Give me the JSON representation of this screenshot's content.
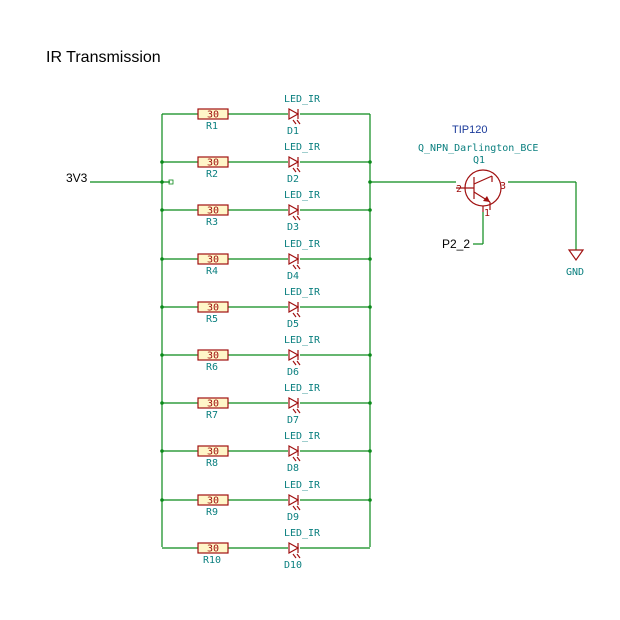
{
  "title": "IR Transmission",
  "net_input": "3V3",
  "net_base": "P2_2",
  "ground_label": "GND",
  "transistor": {
    "part": "TIP120",
    "model": "Q_NPN_Darlington_BCE",
    "ref": "Q1",
    "pin_base": "2",
    "pin_emitter": "3",
    "pin_collector": "1"
  },
  "branches": [
    {
      "resistor_value": "30",
      "resistor_ref": "R1",
      "led_value": "LED_IR",
      "led_ref": "D1"
    },
    {
      "resistor_value": "30",
      "resistor_ref": "R2",
      "led_value": "LED_IR",
      "led_ref": "D2"
    },
    {
      "resistor_value": "30",
      "resistor_ref": "R3",
      "led_value": "LED_IR",
      "led_ref": "D3"
    },
    {
      "resistor_value": "30",
      "resistor_ref": "R4",
      "led_value": "LED_IR",
      "led_ref": "D4"
    },
    {
      "resistor_value": "30",
      "resistor_ref": "R5",
      "led_value": "LED_IR",
      "led_ref": "D5"
    },
    {
      "resistor_value": "30",
      "resistor_ref": "R6",
      "led_value": "LED_IR",
      "led_ref": "D6"
    },
    {
      "resistor_value": "30",
      "resistor_ref": "R7",
      "led_value": "LED_IR",
      "led_ref": "D7"
    },
    {
      "resistor_value": "30",
      "resistor_ref": "R8",
      "led_value": "LED_IR",
      "led_ref": "D8"
    },
    {
      "resistor_value": "30",
      "resistor_ref": "R9",
      "led_value": "LED_IR",
      "led_ref": "D9"
    },
    {
      "resistor_value": "30",
      "resistor_ref": "R10",
      "led_value": "LED_IR",
      "led_ref": "D10"
    }
  ],
  "colors": {
    "wire": "#0b8a1a",
    "component": "#a01010",
    "label": "#0a7f7f",
    "part_name": "#1a3a9a"
  }
}
